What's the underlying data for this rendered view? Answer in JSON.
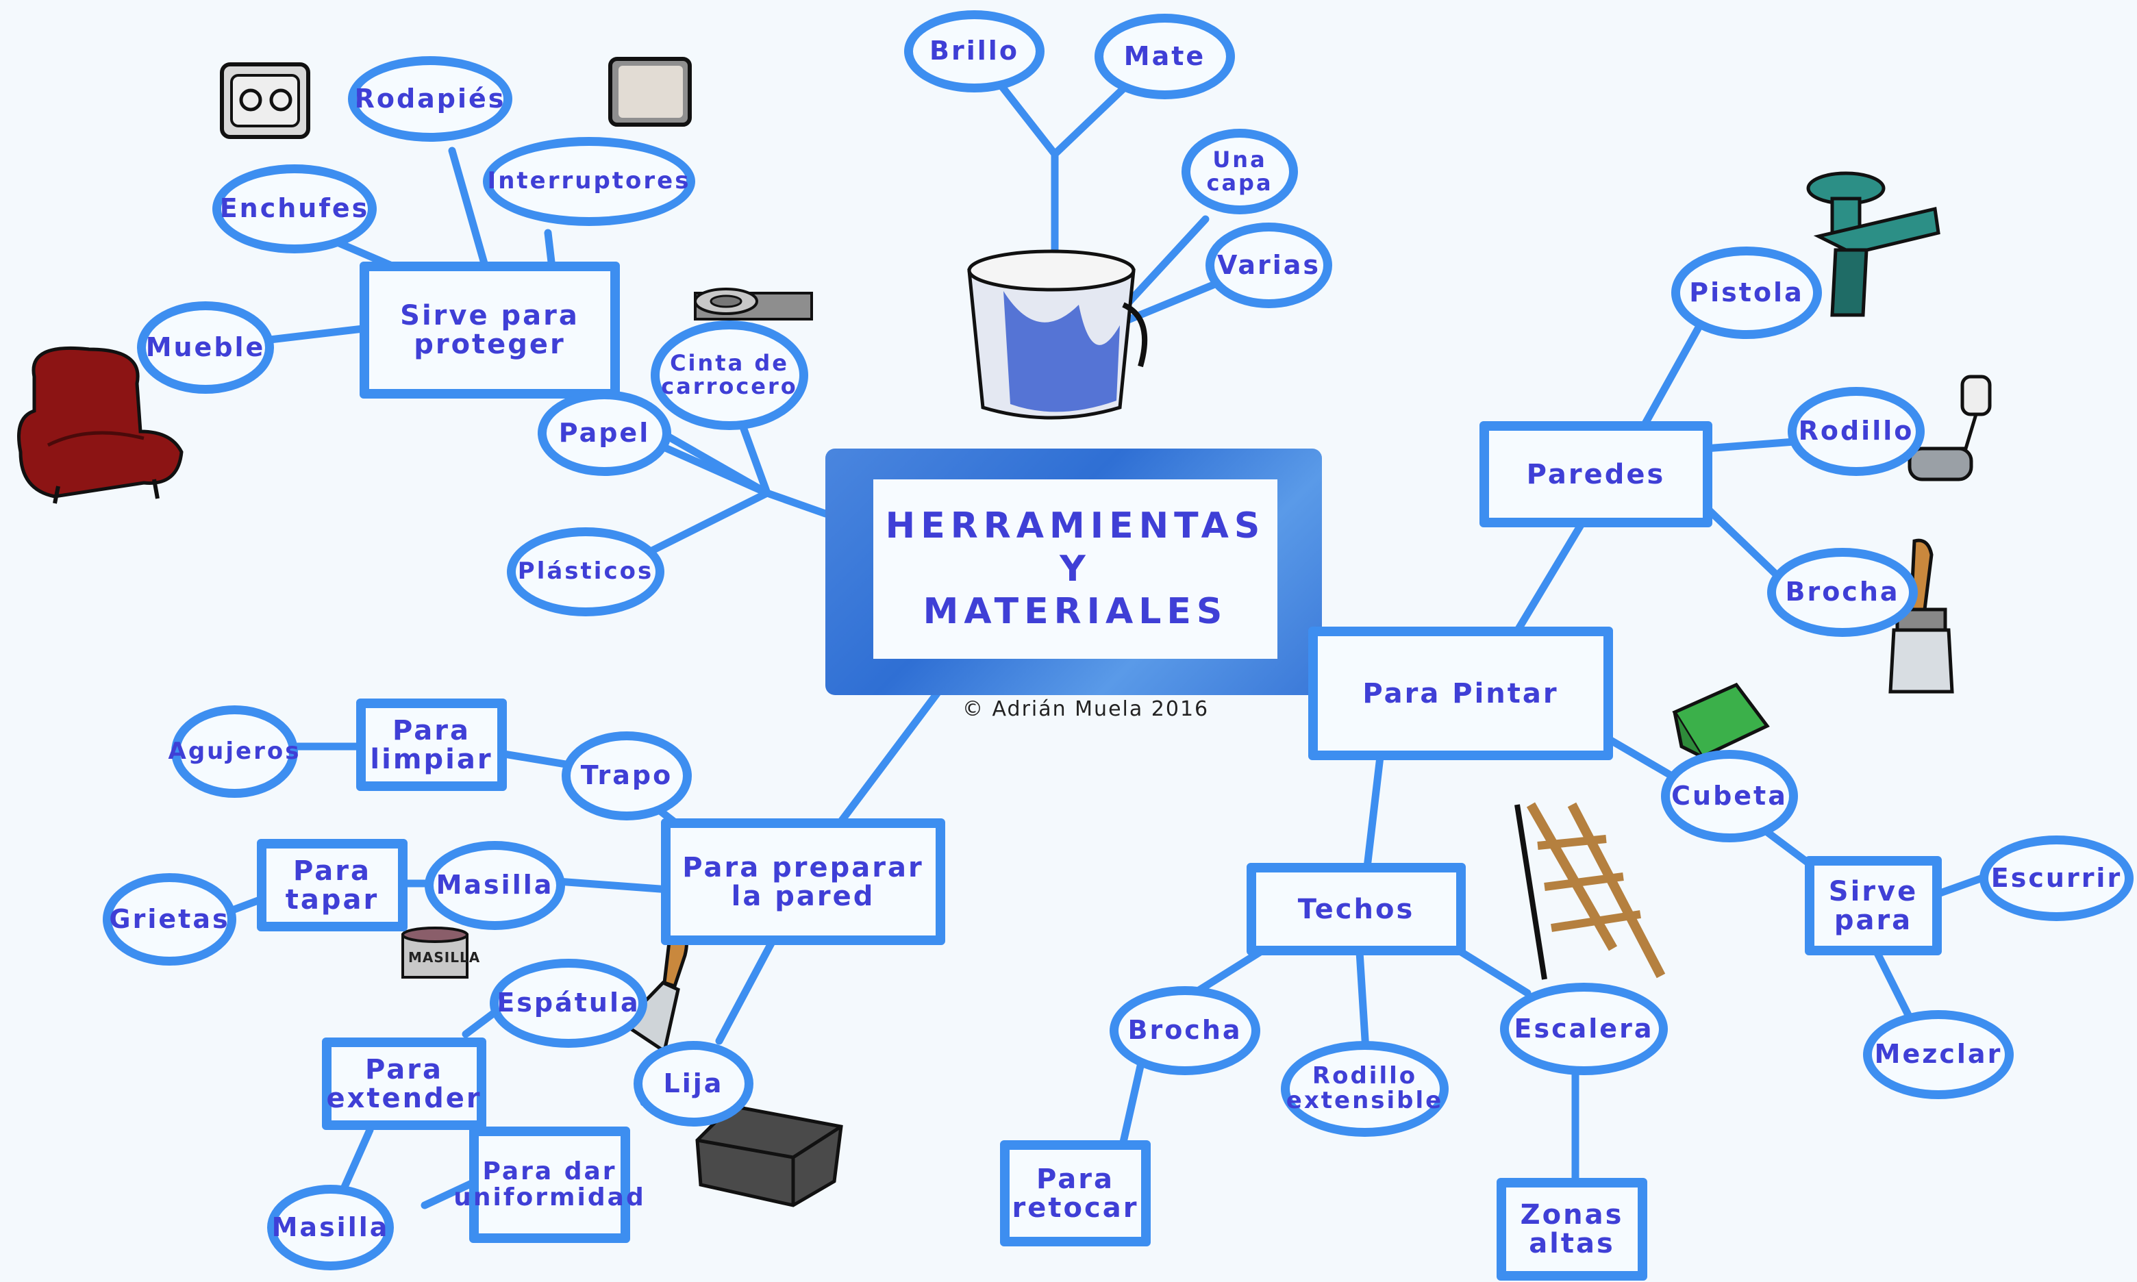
{
  "central": {
    "line1": "HERRAMIENTAS",
    "line2": "Y",
    "line3": "MATERIALES"
  },
  "credit": "© Adrián Muela 2016",
  "proteger": {
    "main": "Sirve para proteger",
    "enchufes": "Enchufes",
    "rodapies": "Rodapiés",
    "interruptores": "Interruptores",
    "mueble": "Mueble",
    "cinta": "Cinta de carrocero",
    "papel": "Papel",
    "plasticos": "Plásticos"
  },
  "pintura": {
    "brillo": "Brillo",
    "mate": "Mate",
    "una_capa": "Una capa",
    "varias": "Varias"
  },
  "pintar": {
    "main": "Para Pintar",
    "paredes": "Paredes",
    "pistola": "Pistola",
    "rodillo": "Rodillo",
    "brocha_paredes": "Brocha",
    "cubeta": "Cubeta",
    "sirve_para": "Sirve para",
    "escurrir": "Escurrir",
    "mezclar": "Mezclar",
    "techos": "Techos",
    "brocha_techos": "Brocha",
    "retocar": "Para retocar",
    "rodillo_ext": "Rodillo extensible",
    "escalera": "Escalera",
    "zonas_altas": "Zonas altas"
  },
  "preparar": {
    "main": "Para preparar la pared",
    "limpiar": "Para limpiar",
    "agujeros": "Agujeros",
    "trapo": "Trapo",
    "tapar": "Para tapar",
    "grietas": "Grietas",
    "masilla_tapar": "Masilla",
    "espatula": "Espátula",
    "extender": "Para extender",
    "lija": "Lija",
    "uniformidad": "Para dar uniformidad",
    "masilla_ext": "Masilla",
    "masilla_label": "MASILLA"
  },
  "colors": {
    "line": "#3d8ef0",
    "text": "#3f3fd6",
    "background": "#f4f9fd"
  }
}
